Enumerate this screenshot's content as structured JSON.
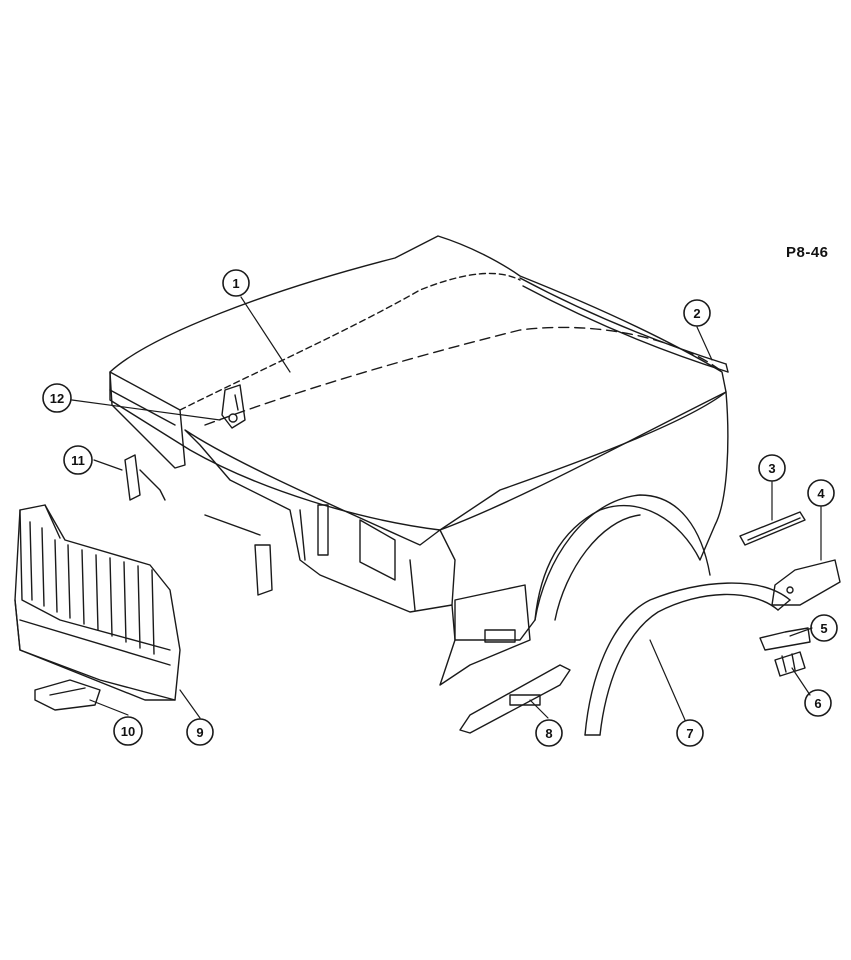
{
  "figure": {
    "reference_code": "P8-46",
    "ink_color": "#1a1a1a",
    "background_color": "#ffffff"
  },
  "callouts": [
    {
      "number": "1"
    },
    {
      "number": "2"
    },
    {
      "number": "3"
    },
    {
      "number": "4"
    },
    {
      "number": "5"
    },
    {
      "number": "6"
    },
    {
      "number": "7"
    },
    {
      "number": "8"
    },
    {
      "number": "9"
    },
    {
      "number": "10"
    },
    {
      "number": "11"
    },
    {
      "number": "12"
    }
  ]
}
